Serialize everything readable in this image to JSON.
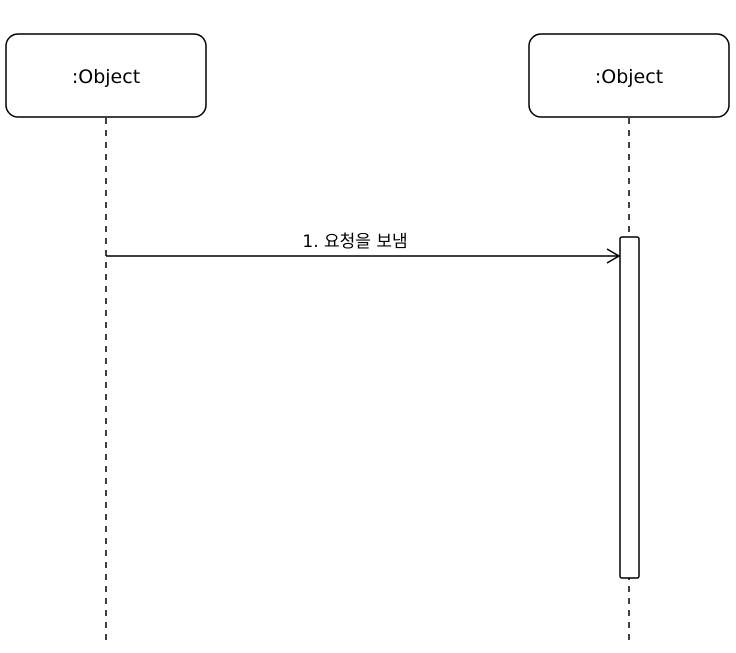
{
  "lifelines": [
    {
      "label": ":Object"
    },
    {
      "label": ":Object"
    }
  ],
  "messages": [
    {
      "label": "1. 요청을 보냄",
      "from": 0,
      "to": 1
    }
  ]
}
